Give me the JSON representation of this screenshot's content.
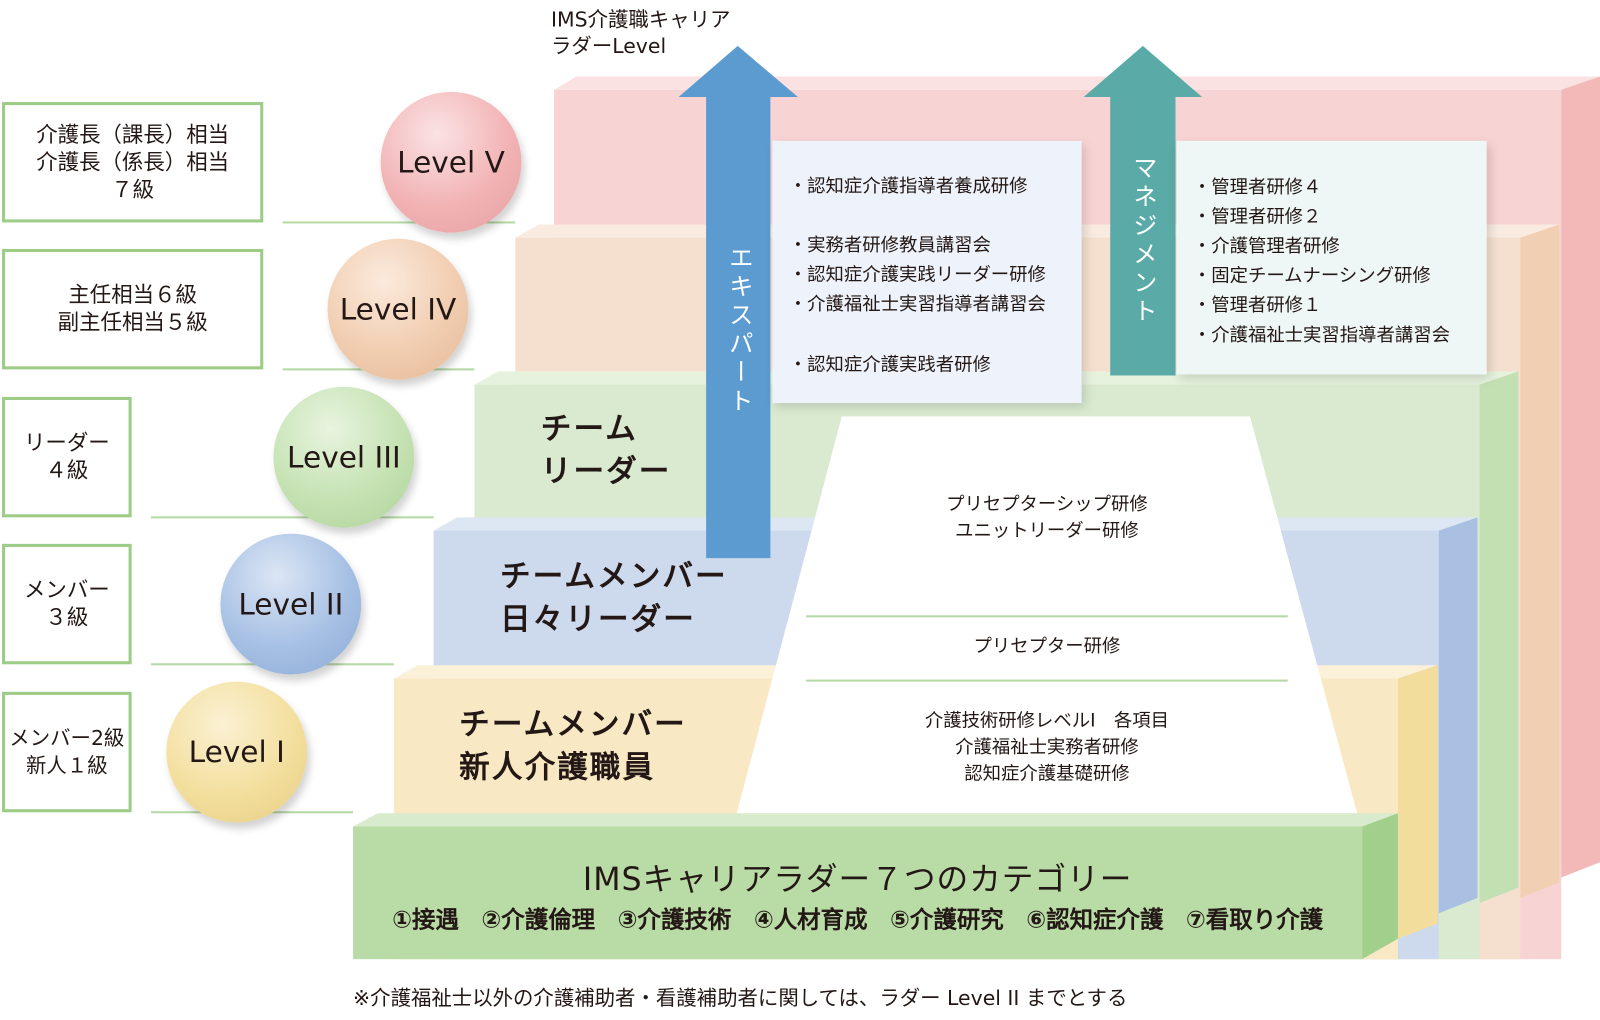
{
  "title": [
    "IMS介護職キャリア",
    "ラダーLevel"
  ],
  "levels": [
    {
      "label": "Level V",
      "color": "#f2b3b5",
      "position": [
        "介護長（課長）相当",
        "介護長（係長）相当",
        "７級"
      ]
    },
    {
      "label": "Level IV",
      "color": "#f1cdb0",
      "position": [
        "主任相当６級",
        "副主任相当５級"
      ]
    },
    {
      "label": "Level III",
      "color": "#c5e2b3",
      "position": [
        "リーダー",
        "４級"
      ]
    },
    {
      "label": "Level II",
      "color": "#a6c0e4",
      "position": [
        "メンバー",
        "３級"
      ]
    },
    {
      "label": "Level Ⅰ",
      "color": "#f3df9e",
      "position": [
        "メンバー2級",
        "新人１級"
      ]
    }
  ],
  "steps": {
    "level3": [
      "チーム",
      "リーダー"
    ],
    "level2": [
      "チームメンバー",
      "日々リーダー"
    ],
    "level1": [
      "チームメンバー",
      "新人介護職員"
    ]
  },
  "arrows": {
    "expert": {
      "label": "エキスパート",
      "color": "#5b9bd0"
    },
    "management": {
      "label": "マネジメント",
      "color": "#5aaba7"
    }
  },
  "expert_items": [
    "・認知症介護指導者養成研修",
    "・実務者研修教員講習会",
    "・認知症介護実践リーダー研修",
    "・介護福祉士実習指導者講習会",
    "・認知症介護実践者研修"
  ],
  "management_items": [
    "・管理者研修４",
    "・管理者研修２",
    "・介護管理者研修",
    "・固定チームナーシング研修",
    "・管理者研修１",
    "・介護福祉士実習指導者講習会"
  ],
  "pyramid": {
    "top": [
      "プリセプターシップ研修",
      "ユニットリーダー研修"
    ],
    "middle": [
      "プリセプター研修"
    ],
    "bottom": [
      "介護技術研修レベルⅠ　各項目",
      "介護福祉士実務者研修",
      "認知症介護基礎研修"
    ]
  },
  "base": {
    "title": "IMSキャリアラダー７つのカテゴリー",
    "categories": [
      "①接遇",
      "②介護倫理",
      "③介護技術",
      "④人材育成",
      "⑤介護研究",
      "⑥認知症介護",
      "⑦看取り介護"
    ]
  },
  "footnote": "※介護福祉士以外の介護補助者・看護補助者に関しては、ラダー Level II までとする"
}
